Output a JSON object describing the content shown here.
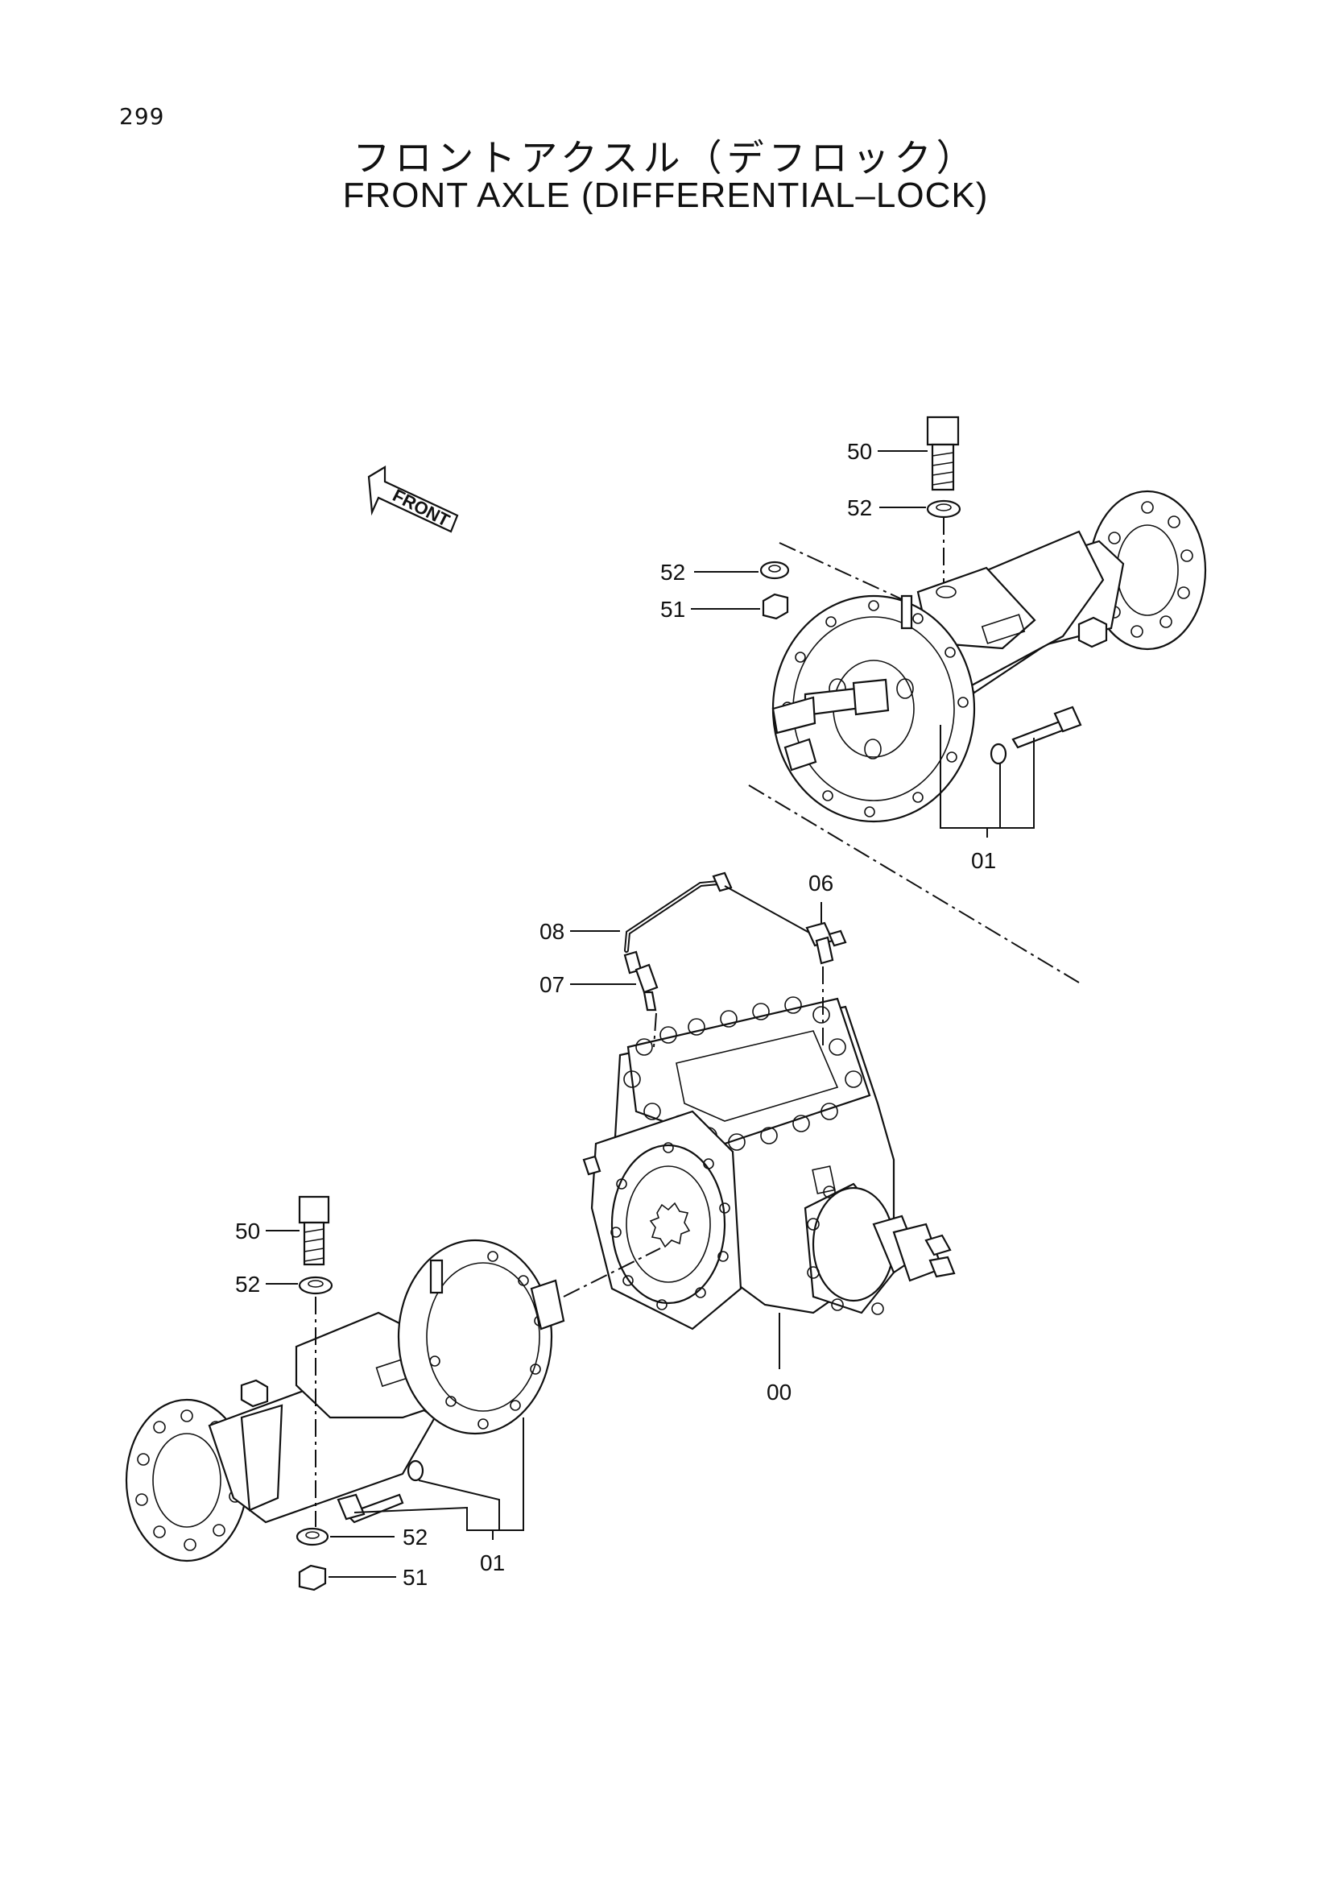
{
  "page_number": "299",
  "title_jp": "フロントアクスル（デフロック）",
  "title_en": "FRONT  AXLE  (DIFFERENTIAL–LOCK)",
  "front_arrow_label": "FRONT",
  "callouts": {
    "c50_top": "50",
    "c52_top_bolt": "52",
    "c52_top_nut": "52",
    "c51_top": "51",
    "c01_top": "01",
    "c06": "06",
    "c08": "08",
    "c07": "07",
    "c00": "00",
    "c50_bottom": "50",
    "c52_bottom_bolt": "52",
    "c52_bottom_nut": "52",
    "c51_bottom": "51",
    "c01_bottom": "01"
  }
}
